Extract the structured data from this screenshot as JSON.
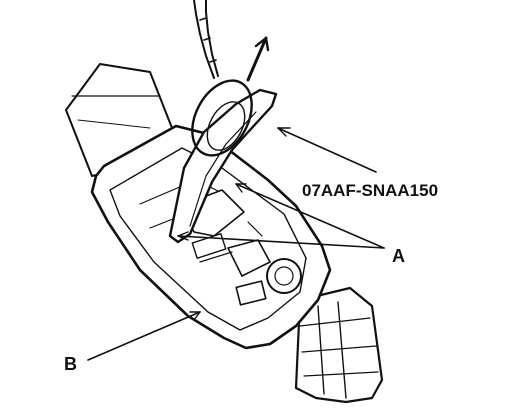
{
  "callouts": {
    "tool": "07AAF-SNAA150",
    "part_a": "A",
    "part_b": "B"
  }
}
